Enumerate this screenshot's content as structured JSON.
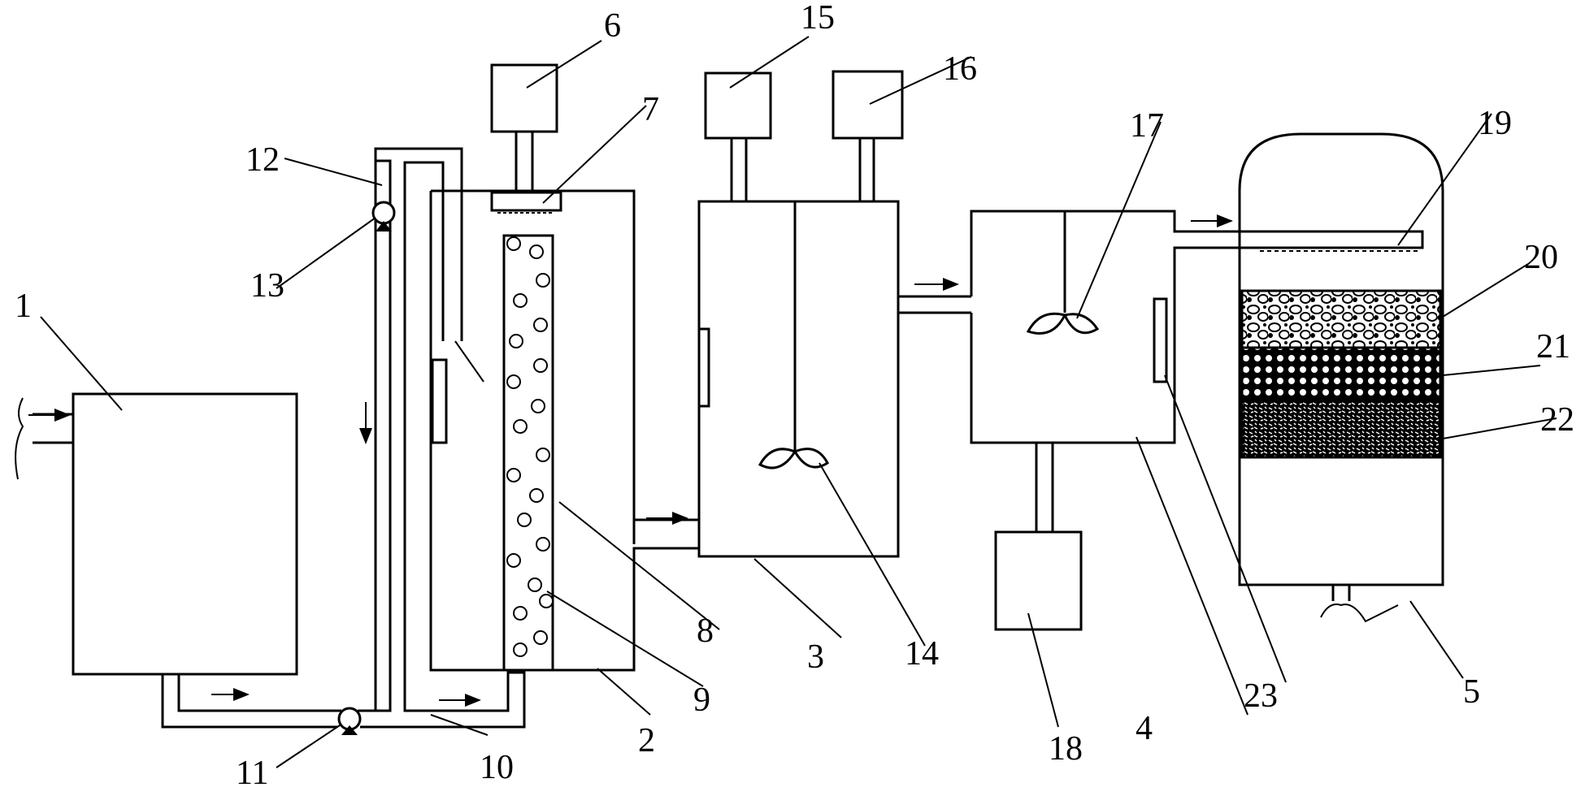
{
  "diagram": {
    "labels": {
      "l1": "1",
      "l2": "2",
      "l3": "3",
      "l4": "4",
      "l5": "5",
      "l6": "6",
      "l7": "7",
      "l8": "8",
      "l9": "9",
      "l10": "10",
      "l11": "11",
      "l12": "12",
      "l13": "13",
      "l14": "14",
      "l15": "15",
      "l16": "16",
      "l17": "17",
      "l18": "18",
      "l19": "19",
      "l20": "20",
      "l21": "21",
      "l22": "22",
      "l23": "23"
    },
    "colors": {
      "stroke": "#000000",
      "background": "#ffffff"
    }
  }
}
